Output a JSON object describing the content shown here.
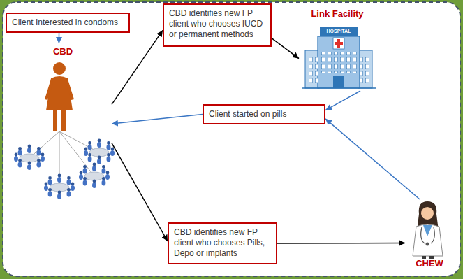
{
  "diagram": {
    "nodes": [
      {
        "text": [
          "Client Interested in condoms"
        ]
      },
      {
        "text": [
          "CBD"
        ]
      },
      {
        "text": [
          "CBD identifies new FP client who chooses IUCD or permanent methods"
        ]
      },
      {
        "text": [
          "Link Facility"
        ]
      },
      {
        "text": [
          "Client started on pills"
        ]
      },
      {
        "text": [
          "CBD identifies new FP client who chooses Pills, Depo or implants"
        ]
      },
      {
        "text": [
          "CHEW"
        ]
      }
    ],
    "edges": [
      {
        "from": 0,
        "to": 1,
        "arrow": "to"
      },
      {
        "from": 1,
        "to": 2,
        "arrow": "to"
      },
      {
        "from": 2,
        "to": 3,
        "arrow": "to"
      },
      {
        "from": 3,
        "to": 4,
        "arrow": "to"
      },
      {
        "from": 6,
        "to": 4,
        "arrow": "to"
      },
      {
        "from": 4,
        "to": 1,
        "arrow": "to"
      },
      {
        "from": 1,
        "to": 5,
        "arrow": "to"
      },
      {
        "from": 5,
        "to": 6,
        "arrow": "to"
      }
    ],
    "labels": [
      "HOSPITAL"
    ]
  }
}
